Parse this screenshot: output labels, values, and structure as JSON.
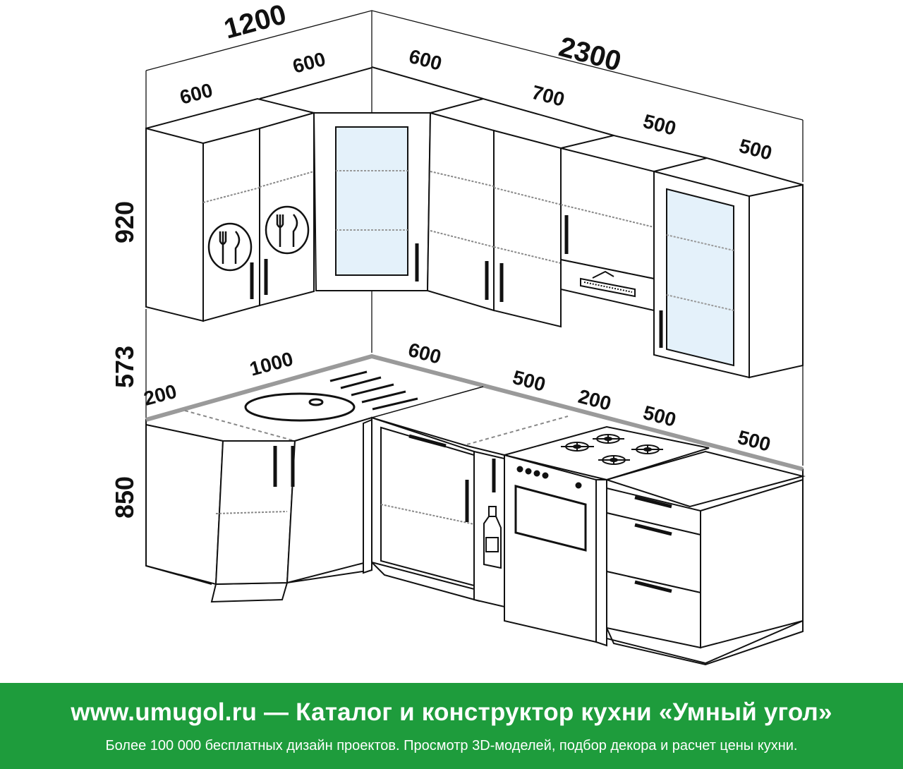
{
  "dimensions": {
    "upper_total_left": "1200",
    "upper_total_right": "2300",
    "upper_left_1": "600",
    "upper_left_2": "600",
    "upper_corner": "600",
    "upper_right_1": "700",
    "upper_right_2": "500",
    "upper_right_3": "500",
    "height_upper": "920",
    "height_gap": "573",
    "height_base": "850",
    "base_edge_left": "200",
    "base_sink": "1000",
    "base_corner": "600",
    "base_right_1": "500",
    "base_right_2": "200",
    "base_right_3": "500",
    "base_right_4": "500"
  },
  "icons": {
    "cutlery_1": "cutlery-icon",
    "cutlery_2": "cutlery-icon",
    "bottle": "bottle-icon",
    "hob": "gas-hob-icon",
    "oven": "oven-icon",
    "sink": "sink-icon",
    "hood": "range-hood-icon"
  },
  "colors": {
    "line": "#111111",
    "footer_bg": "#1e9c3c",
    "footer_text": "#ffffff",
    "glass": "#e4f1fa",
    "countertop_edge": "#9a9a9a"
  },
  "footer": {
    "title": "www.umugol.ru — Каталог и конструктор кухни «Умный угол»",
    "subtitle": "Более 100 000 бесплатных дизайн проектов. Просмотр 3D-моделей, подбор декора и расчет цены кухни."
  }
}
